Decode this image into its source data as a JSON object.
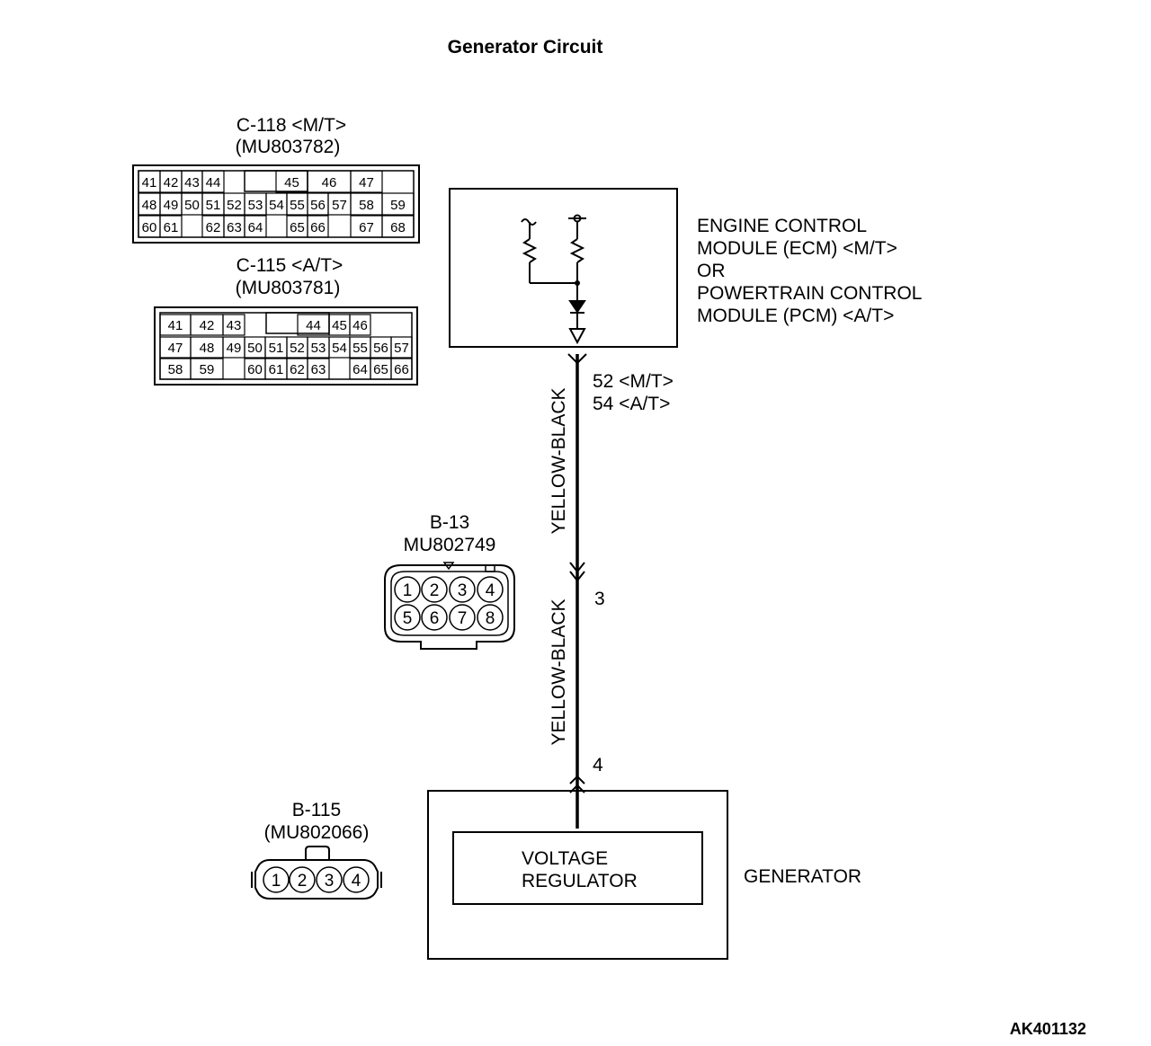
{
  "title": "Generator Circuit",
  "figure_code": "AK401132",
  "connector_c118": {
    "name": "C-118 <M/T>",
    "part": "(MU803782)",
    "rows": [
      [
        "41",
        "42",
        "43",
        "44",
        "",
        "",
        "45",
        "46",
        "47"
      ],
      [
        "48",
        "49",
        "50",
        "51",
        "52",
        "53",
        "54",
        "55",
        "56",
        "57",
        "58",
        "59"
      ],
      [
        "60",
        "61",
        "",
        "62",
        "63",
        "64",
        "",
        "65",
        "66",
        "",
        "67",
        "68"
      ]
    ]
  },
  "connector_c115": {
    "name": "C-115 <A/T>",
    "part": "(MU803781)",
    "rows": [
      [
        "41",
        "42",
        "43",
        "",
        "",
        "44",
        "45",
        "46"
      ],
      [
        "47",
        "48",
        "49",
        "50",
        "51",
        "52",
        "53",
        "54",
        "55",
        "56",
        "57"
      ],
      [
        "58",
        "59",
        "",
        "60",
        "61",
        "62",
        "63",
        "",
        "64",
        "65",
        "66"
      ]
    ]
  },
  "connector_b13": {
    "name": "B-13",
    "part": "MU802749",
    "pins_top": [
      "1",
      "2",
      "3",
      "4"
    ],
    "pins_bottom": [
      "5",
      "6",
      "7",
      "8"
    ]
  },
  "connector_b115": {
    "name": "B-115",
    "part": "(MU802066)",
    "pins": [
      "1",
      "2",
      "3",
      "4"
    ]
  },
  "ecm_label": [
    "ENGINE CONTROL",
    "MODULE (ECM) <M/T>",
    "OR",
    "POWERTRAIN CONTROL",
    "MODULE (PCM) <A/T>"
  ],
  "ecm_terminal_mt": "52 <M/T>",
  "ecm_terminal_at": "54 <A/T>",
  "wire_upper_color": "YELLOW-BLACK",
  "wire_lower_color": "YELLOW-BLACK",
  "b13_terminal": "3",
  "generator_terminal": "4",
  "voltage_regulator_label": [
    "VOLTAGE",
    "REGULATOR"
  ],
  "generator_label": "GENERATOR"
}
